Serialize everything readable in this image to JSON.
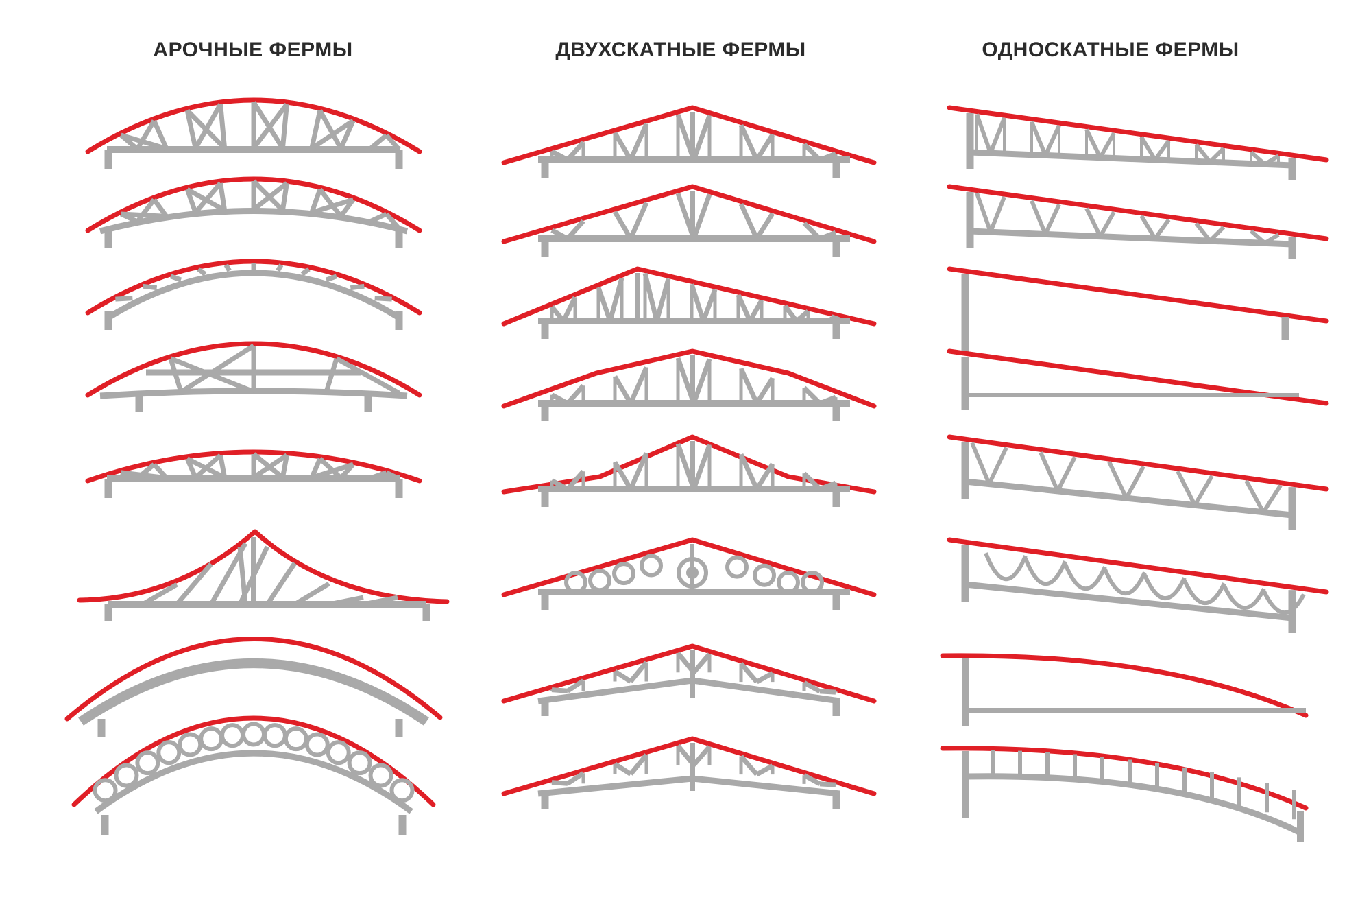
{
  "columns": [
    {
      "title": "АРОЧНЫЕ ФЕРМЫ",
      "kind": "arched",
      "variants": [
        "warren",
        "low-warren",
        "vertical-posts",
        "ribbed-arch",
        "flat-warren",
        "peaked-ogee",
        "solid-arch",
        "circle-lattice"
      ]
    },
    {
      "title": "ДВУХСКАТНЫЕ ФЕРМЫ",
      "kind": "gable",
      "variants": [
        "fink",
        "king-post",
        "warren",
        "polygonal",
        "stepped",
        "rosette",
        "scissor",
        "bowstring-gable"
      ]
    },
    {
      "title": "ОДНОСКАТНЫЕ ФЕРМЫ",
      "kind": "mono",
      "variants": [
        "warren",
        "shallow-warren",
        "beam-post",
        "tied-beam",
        "deep-warren",
        "scallop",
        "curved-tied",
        "curved-posts"
      ]
    }
  ],
  "colors": {
    "roof": "#e01f26",
    "frame": "#a9a9a9",
    "title": "#2b2b2b",
    "background": "#ffffff"
  }
}
